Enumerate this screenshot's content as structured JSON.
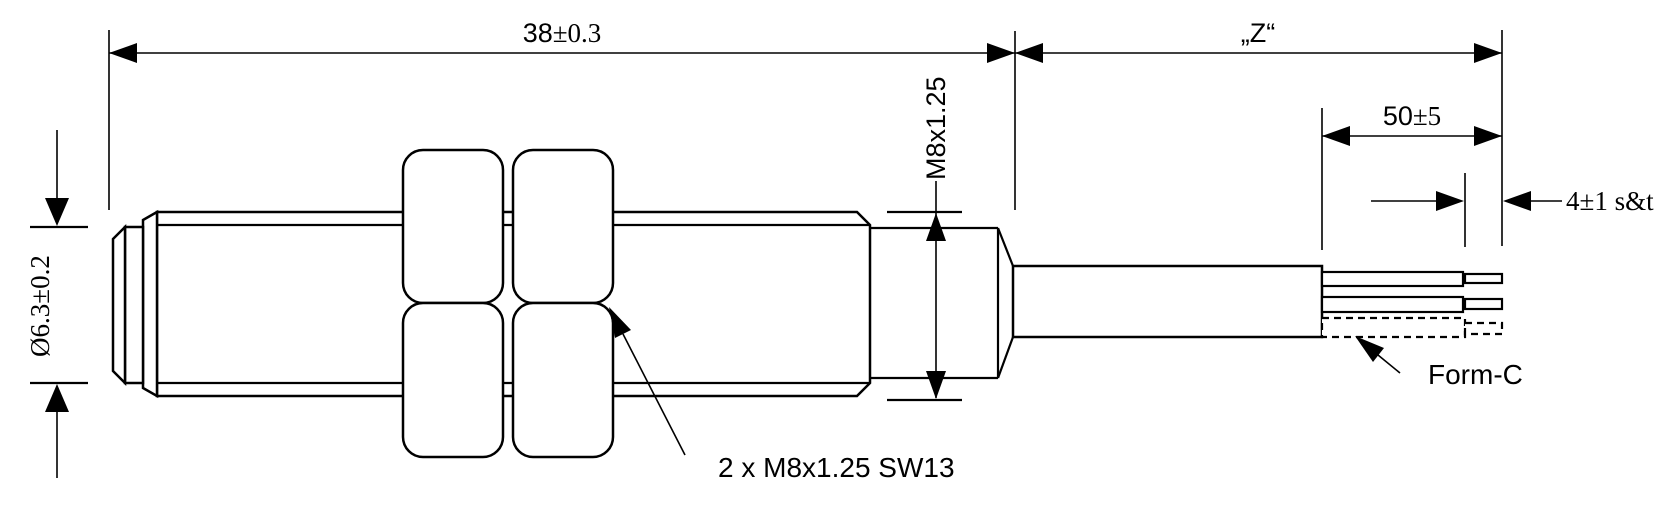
{
  "dimensions": {
    "body_length": {
      "value": "38",
      "tolerance": "±0.3"
    },
    "cable_zone": "„Z“",
    "wire_length": {
      "value": "50",
      "tolerance": "±5"
    },
    "stripped_tinned": "4±1 s&t",
    "thread": "M8x1.25",
    "face_diameter": "Ø6.3±0.2"
  },
  "labels": {
    "hex_nuts": "2 x M8x1.25 SW13",
    "contact_form": "Form-C"
  },
  "colors": {
    "line": "#000000",
    "background": "#ffffff"
  }
}
